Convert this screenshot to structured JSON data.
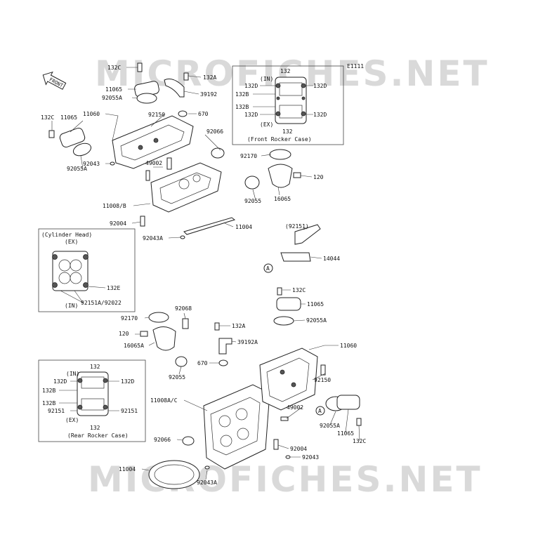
{
  "watermark": "MICROFICHES.NET",
  "diagram_code": "E1111",
  "front_tag": "FRONT",
  "ref_a": "A",
  "insets": {
    "front_rocker": {
      "title": "(Front Rocker Case)",
      "intake": "(IN)",
      "exhaust": "(EX)"
    },
    "cylinder_head": {
      "title": "(Cylinder Head)",
      "exhaust": "(EX)",
      "intake": "(IN)"
    },
    "rear_rocker": {
      "title": "(Rear Rocker Case)",
      "intake": "(IN)",
      "exhaust": "(EX)"
    }
  },
  "labels": [
    {
      "id": "132C-top",
      "text": "132C"
    },
    {
      "id": "132A-top",
      "text": "132A"
    },
    {
      "id": "11065-top",
      "text": "11065"
    },
    {
      "id": "39192-top",
      "text": "39192"
    },
    {
      "id": "92055A-top",
      "text": "92055A"
    },
    {
      "id": "92150-top",
      "text": "92150"
    },
    {
      "id": "11060-top",
      "text": "11060"
    },
    {
      "id": "670-top",
      "text": "670"
    },
    {
      "id": "132C-left",
      "text": "132C"
    },
    {
      "id": "11065-left",
      "text": "11065"
    },
    {
      "id": "92066-top",
      "text": "92066"
    },
    {
      "id": "92055A-left",
      "text": "92055A"
    },
    {
      "id": "49002-top",
      "text": "49002"
    },
    {
      "id": "92043-top",
      "text": "92043"
    },
    {
      "id": "11008B",
      "text": "11008/B"
    },
    {
      "id": "92004-top",
      "text": "92004"
    },
    {
      "id": "92043A-top",
      "text": "92043A"
    },
    {
      "id": "11004-top",
      "text": "11004"
    },
    {
      "id": "92170-top",
      "text": "92170"
    },
    {
      "id": "120-top",
      "text": "120"
    },
    {
      "id": "92055-top",
      "text": "92055"
    },
    {
      "id": "16065",
      "text": "16065"
    },
    {
      "id": "92151-right",
      "text": "(92151)"
    },
    {
      "id": "14044",
      "text": "14044"
    },
    {
      "id": "fr-132",
      "text": "132"
    },
    {
      "id": "fr-132D-1",
      "text": "132D"
    },
    {
      "id": "fr-132D-2",
      "text": "132D"
    },
    {
      "id": "fr-132B-1",
      "text": "132B"
    },
    {
      "id": "fr-132B-2",
      "text": "132B"
    },
    {
      "id": "fr-132D-3",
      "text": "132D"
    },
    {
      "id": "fr-132D-4",
      "text": "132D"
    },
    {
      "id": "fr-132-bot",
      "text": "132"
    },
    {
      "id": "ch-132E",
      "text": "132E"
    },
    {
      "id": "ch-92151A",
      "text": "92151A/92022"
    },
    {
      "id": "132C-mid",
      "text": "132C"
    },
    {
      "id": "11065-mid",
      "text": "11065"
    },
    {
      "id": "92055A-mid",
      "text": "92055A"
    },
    {
      "id": "92170-mid",
      "text": "92170"
    },
    {
      "id": "92068",
      "text": "92068"
    },
    {
      "id": "132A-mid",
      "text": "132A"
    },
    {
      "id": "120-mid",
      "text": "120"
    },
    {
      "id": "16065A",
      "text": "16065A"
    },
    {
      "id": "39192A",
      "text": "39192A"
    },
    {
      "id": "11060-mid",
      "text": "11060"
    },
    {
      "id": "670-mid",
      "text": "670"
    },
    {
      "id": "92055-mid",
      "text": "92055"
    },
    {
      "id": "92150-mid",
      "text": "92150"
    },
    {
      "id": "11008AC",
      "text": "11008A/C"
    },
    {
      "id": "49002-mid",
      "text": "49002"
    },
    {
      "id": "92055A-bot",
      "text": "92055A"
    },
    {
      "id": "11065-bot",
      "text": "11065"
    },
    {
      "id": "132C-bot",
      "text": "132C"
    },
    {
      "id": "92066-bot",
      "text": "92066"
    },
    {
      "id": "92004-bot",
      "text": "92004"
    },
    {
      "id": "92043-bot",
      "text": "92043"
    },
    {
      "id": "11004-bot",
      "text": "11004"
    },
    {
      "id": "92043A-bot",
      "text": "92043A"
    },
    {
      "id": "rr-132",
      "text": "132"
    },
    {
      "id": "rr-132D-1",
      "text": "132D"
    },
    {
      "id": "rr-132D-2",
      "text": "132D"
    },
    {
      "id": "rr-132B-1",
      "text": "132B"
    },
    {
      "id": "rr-132B-2",
      "text": "132B"
    },
    {
      "id": "rr-92151-1",
      "text": "92151"
    },
    {
      "id": "rr-92151-2",
      "text": "92151"
    },
    {
      "id": "rr-132-bot",
      "text": "132"
    }
  ]
}
